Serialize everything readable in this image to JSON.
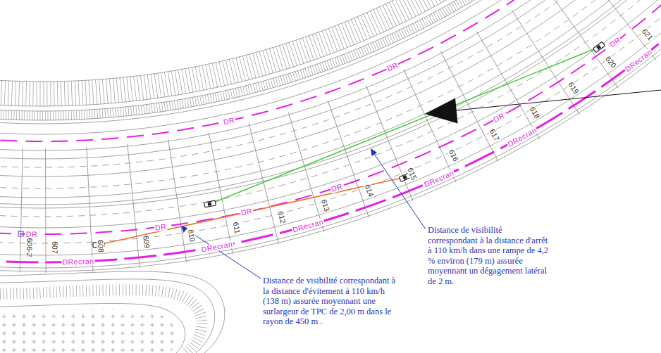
{
  "diagram": {
    "labels": [
      "DR",
      "DR",
      "DR",
      "DR",
      "DR",
      "DR",
      "DR",
      "DR",
      "DRecran",
      "DRecran",
      "DRecran",
      "DRecran",
      "DRecran",
      "DRecran",
      "606-2",
      "607",
      "608",
      "609",
      "610",
      "611",
      "612",
      "613",
      "614",
      "615",
      "616",
      "617",
      "618",
      "619",
      "620",
      "621",
      "Distance de visibilité correspondant à la distance d'arrêt à 110 km/h dans une rampe de 4,2 % environ (179 m) assurée moyennant un dégagement latéral de 2 m.",
      "Distance de visibilité correspondant à la distance d'évitement à 110 km/h (138 m) assurée moyennant une surlargeur de TPC de 2,00 m dans le rayon de 450 m ."
    ]
  }
}
